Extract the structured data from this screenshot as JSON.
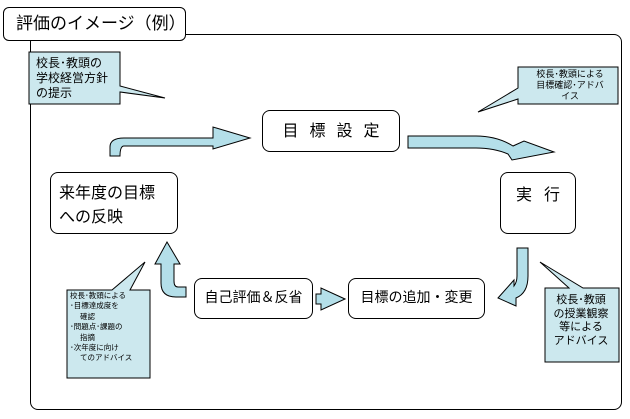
{
  "title": "評価のイメージ（例）",
  "nodes": {
    "goal": "目標設定",
    "execute": "実行",
    "add_change": "目標の追加・変更",
    "self_eval": "自己評価＆反省",
    "next_year": [
      "来年度の目標",
      "への反映"
    ]
  },
  "callouts": {
    "principal_policy": [
      "校長･教頭の",
      "学校経営方針",
      "の提示"
    ],
    "goal_advice": [
      "校長･教頭による",
      "目標確認･アドバ",
      "イス"
    ],
    "evaluation_advice": [
      "校長･教頭による",
      "･目標達成度を",
      "確認",
      "･問題点･課題の",
      "指摘",
      "･次年度に向け",
      "てのアドバイス"
    ],
    "observation_advice": [
      "校長･教頭",
      "の授業観察",
      "等による",
      "アドバイス"
    ]
  },
  "colors": {
    "callout_fill": "#cce8ee",
    "arrow_fill": "#b4dfe9",
    "outline": "#000000"
  }
}
